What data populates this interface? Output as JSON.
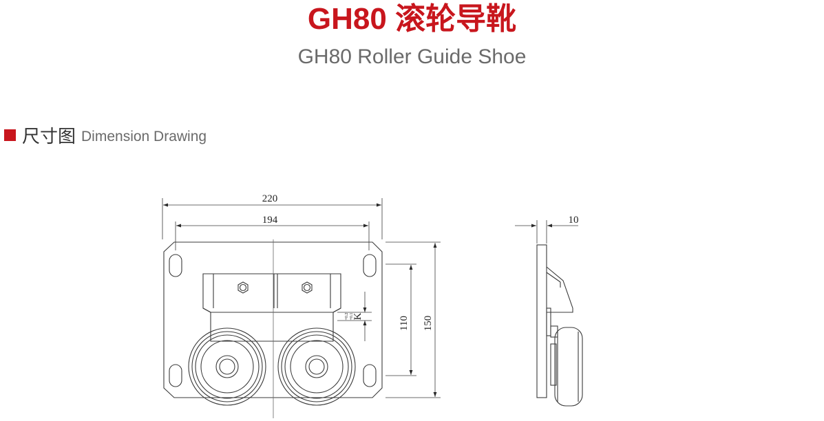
{
  "header": {
    "title": "GH80 滚轮导靴",
    "subtitle": "GH80 Roller Guide Shoe"
  },
  "section": {
    "title_cn": "尺寸图",
    "title_en": "Dimension Drawing"
  },
  "drawing": {
    "dim_overall_width": "220",
    "dim_hole_spacing": "194",
    "dim_overall_height": "150",
    "dim_inner_height": "110",
    "dim_k": "K",
    "dim_k_tolerance_upper": "+0.2",
    "dim_k_tolerance_lower": "+0.1",
    "dim_thickness": "10"
  },
  "colors": {
    "accent": "#c8161d",
    "subtitle": "#6a6a6a",
    "line": "#3a3a3a"
  }
}
